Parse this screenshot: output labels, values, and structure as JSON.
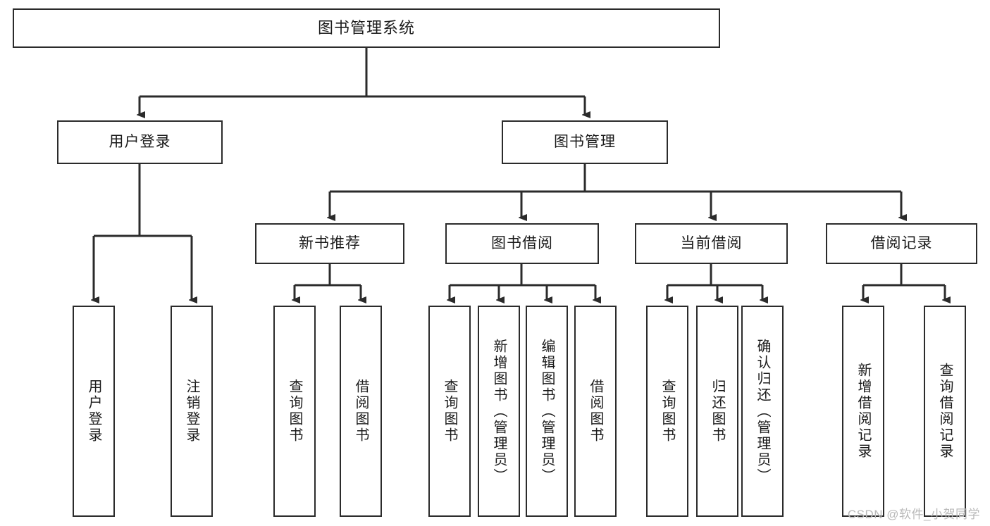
{
  "diagram": {
    "title": "图书管理系统",
    "type": "tree",
    "nodes": {
      "root": {
        "label": "图书管理系统"
      },
      "level1": [
        {
          "id": "user-login",
          "label": "用户登录"
        },
        {
          "id": "book-manage",
          "label": "图书管理"
        }
      ],
      "level2": [
        {
          "id": "new-book-recommend",
          "label": "新书推荐",
          "parent": "book-manage"
        },
        {
          "id": "book-borrow",
          "label": "图书借阅",
          "parent": "book-manage"
        },
        {
          "id": "current-borrow",
          "label": "当前借阅",
          "parent": "book-manage"
        },
        {
          "id": "borrow-record",
          "label": "借阅记录",
          "parent": "book-manage"
        }
      ],
      "leaves": [
        {
          "id": "leaf-user-login",
          "label": "用户登录",
          "parent": "user-login"
        },
        {
          "id": "leaf-logout-login",
          "label": "注销登录",
          "parent": "user-login"
        },
        {
          "id": "leaf-query-book-1",
          "label": "查询图书",
          "parent": "new-book-recommend"
        },
        {
          "id": "leaf-borrow-book-1",
          "label": "借阅图书",
          "parent": "new-book-recommend"
        },
        {
          "id": "leaf-query-book-2",
          "label": "查询图书",
          "parent": "book-borrow"
        },
        {
          "id": "leaf-add-book",
          "label": "新增图书（管理员）",
          "parent": "book-borrow"
        },
        {
          "id": "leaf-edit-book",
          "label": "编辑图书（管理员）",
          "parent": "book-borrow"
        },
        {
          "id": "leaf-borrow-book-2",
          "label": "借阅图书",
          "parent": "book-borrow"
        },
        {
          "id": "leaf-query-book-3",
          "label": "查询图书",
          "parent": "current-borrow"
        },
        {
          "id": "leaf-return-book",
          "label": "归还图书",
          "parent": "current-borrow"
        },
        {
          "id": "leaf-confirm-return",
          "label": "确认归还（管理员）",
          "parent": "current-borrow"
        },
        {
          "id": "leaf-add-record",
          "label": "新增借阅记录",
          "parent": "borrow-record"
        },
        {
          "id": "leaf-query-record",
          "label": "查询借阅记录",
          "parent": "borrow-record"
        }
      ]
    },
    "colors": {
      "node_border": "#2b2b2b",
      "node_fill": "#ffffff",
      "connector": "#2b2b2b",
      "text": "#1b1b1b",
      "watermark": "#b9b9b9"
    }
  },
  "watermark": {
    "text": "CSDN @软件_小贺同学"
  }
}
